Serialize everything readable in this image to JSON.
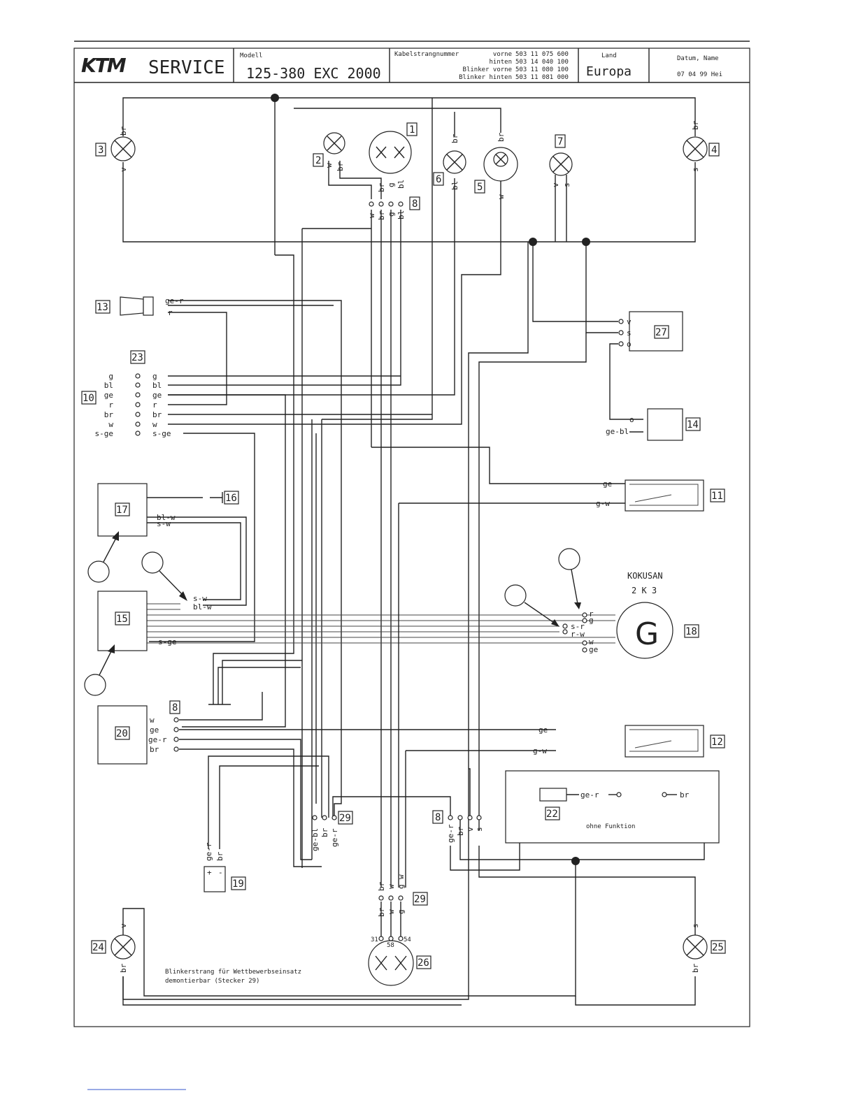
{
  "header": {
    "brand": "KTM",
    "service": "SERVICE",
    "modell_label": "Modell",
    "modell_value": "125-380 EXC 2000",
    "kabel_label": "Kabelstrangnummer",
    "kabel_lines": [
      {
        "name": "vorne",
        "num": "503 11 075 600"
      },
      {
        "name": "hinten",
        "num": "503 14 040 100"
      },
      {
        "name": "Blinker vorne",
        "num": "503 11 080 100"
      },
      {
        "name": "Blinker hinten",
        "num": "503 11 081 000"
      }
    ],
    "land_label": "Land",
    "land_value": "Europa",
    "datum_label": "Datum, Name",
    "datum_value": "07 04 99 Hei"
  },
  "components": {
    "c1": "1",
    "c2": "2",
    "c3": "3",
    "c4": "4",
    "c5": "5",
    "c6": "6",
    "c7": "7",
    "c8a": "8",
    "c8b": "8",
    "c8c": "8",
    "c10": "10",
    "c11": "11",
    "c12": "12",
    "c13": "13",
    "c14": "14",
    "c15": "15",
    "c16": "16",
    "c17": "17",
    "c18": "18",
    "c19": "19",
    "c20": "20",
    "c22": "22",
    "c23": "23",
    "c24": "24",
    "c25": "25",
    "c26": "26",
    "c27": "27",
    "c29a": "29",
    "c29b": "29"
  },
  "wires": {
    "br": "br",
    "v": "v",
    "w": "w",
    "g": "g",
    "bl": "bl",
    "s": "s",
    "o": "o",
    "r": "r",
    "ge": "ge",
    "ge_r": "ge-r",
    "ge_bl": "ge-bl",
    "g_w": "g-w",
    "s_ge": "s-ge",
    "bl_w": "bl-w",
    "s_w": "s-w",
    "s_r": "s-r",
    "r_w": "r-w"
  },
  "connector23": [
    "g",
    "bl",
    "ge",
    "r",
    "br",
    "w",
    "s-ge"
  ],
  "connector20": [
    "w",
    "ge",
    "ge-r",
    "br"
  ],
  "generator": {
    "maker": "KOKUSAN",
    "model": "2 K 3",
    "symbol": "G",
    "wires": [
      "r",
      "g",
      "s-r",
      "r-w",
      "w",
      "ge"
    ]
  },
  "misc": {
    "ohne_funktion": "ohne Funktion",
    "note_line1": "Blinkerstrang für Wettbewerbseinsatz",
    "note_line2": "demontierbar (Stecker 29)",
    "pin31": "31",
    "pin58": "58",
    "pin54": "54",
    "plus": "+",
    "minus": "-"
  }
}
